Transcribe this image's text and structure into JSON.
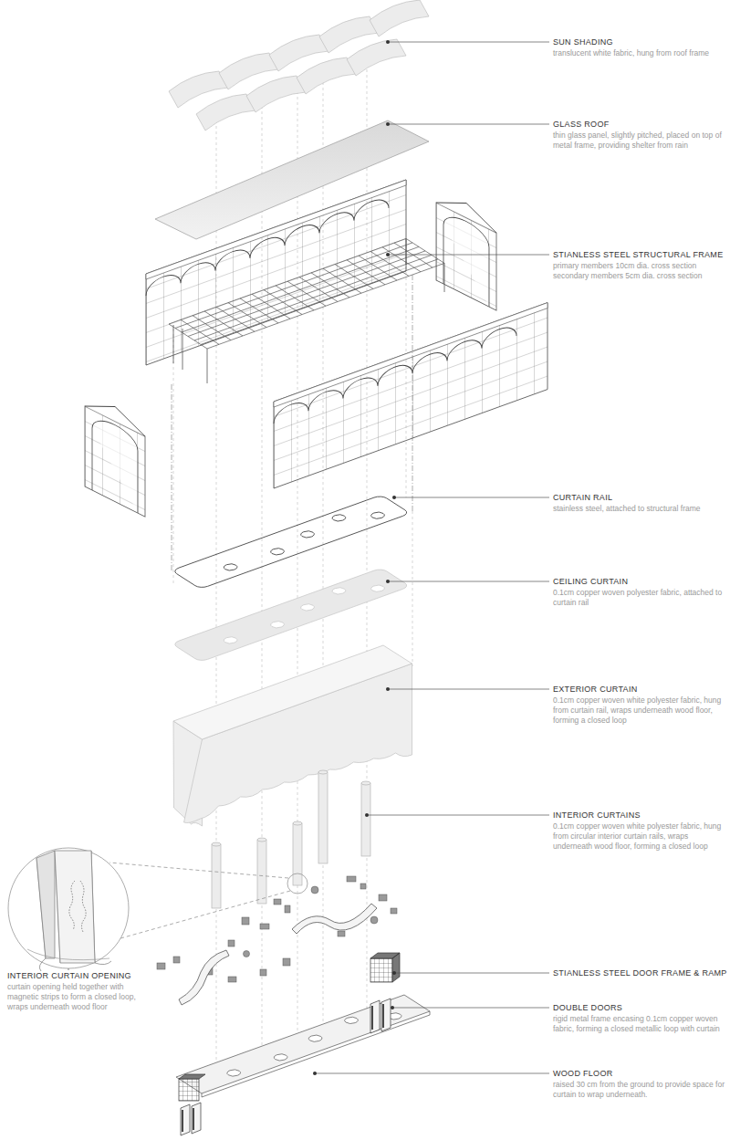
{
  "diagram": {
    "labels": [
      "SUN SHADING",
      "translucent white fabric, hung from roof frame",
      "GLASS ROOF",
      "thin glass panel, slightly pitched, placed on top of metal frame, providing shelter from rain",
      "STIANLESS STEEL STRUCTURAL FRAME",
      "primary members 10cm dia. cross section secondary members 5cm dia. cross section",
      "CURTAIN RAIL",
      "stainless steel, attached to structural frame",
      "CEILING CURTAIN",
      "0.1cm copper woven polyester fabric, attached to curtain rail",
      "EXTERIOR CURTAIN",
      "0.1cm copper woven white polyester fabric, hung from curtain rail, wraps underneath wood floor, forming a closed loop",
      "INTERIOR CURTAINS",
      "0.1cm copper woven white polyester fabric, hung from circular interior curtain rails, wraps underneath wood floor, forming a closed loop",
      "INTERIOR CURTAIN OPENING",
      "curtain opening held together with magnetic strips to form a closed loop, wraps underneath wood floor",
      "STIANLESS STEEL DOOR FRAME & RAMP",
      "DOUBLE DOORS",
      "rigid metal frame encasing 0.1cm copper woven fabric, forming a closed metallic loop with curtain",
      "WOOD FLOOR",
      "raised 30 cm from the ground to provide space for curtain to wrap underneath."
    ]
  }
}
